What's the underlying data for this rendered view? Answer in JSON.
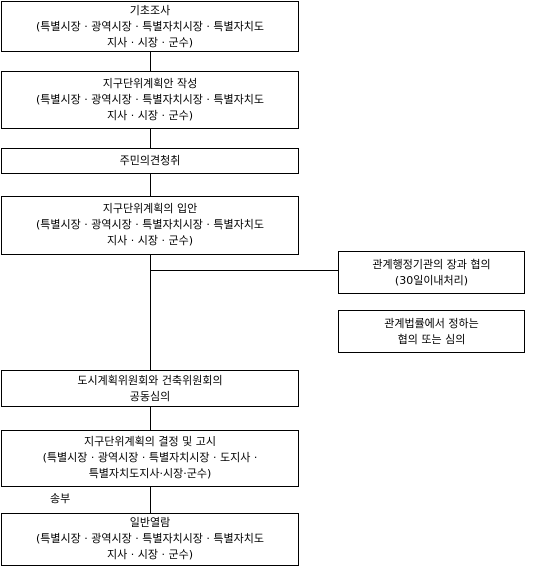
{
  "flow": {
    "step1": {
      "title": "기초조사",
      "line2": "(특별시장 · 광역시장 · 특별자치시장 · 특별자치도",
      "line3": "지사 · 시장 · 군수)"
    },
    "step2": {
      "title": "지구단위계획안 작성",
      "line2": "(특별시장 · 광역시장 · 특별자치시장 · 특별자치도",
      "line3": "지사 · 시장 · 군수)"
    },
    "step3": {
      "title": "주민의견청취"
    },
    "step4": {
      "title": "지구단위계획의 입안",
      "line2": "(특별시장 · 광역시장 · 특별자치시장 · 특별자치도",
      "line3": "지사 · 시장 · 군수)"
    },
    "side1": {
      "line1": "관계행정기관의 장과 협의",
      "line2": "(30일이내처리)"
    },
    "side2": {
      "line1": "관계법률에서 정하는",
      "line2": "협의 또는 심의"
    },
    "step5": {
      "line1": "도시계획위원회와 건축위원회의",
      "line2": "공동심의"
    },
    "step6": {
      "title": "지구단위계획의 결정 및 고시",
      "line2": "(특별시장 · 광역시장 · 특별자치시장 · 도지사 ·",
      "line3": "특별자치도지사·시장·군수)"
    },
    "send_label": "송부",
    "step7": {
      "title": "일반열람",
      "line2": "(특별시장 · 광역시장 · 특별자치시장 · 특별자치도",
      "line3": "지사 · 시장 · 군수)"
    }
  }
}
